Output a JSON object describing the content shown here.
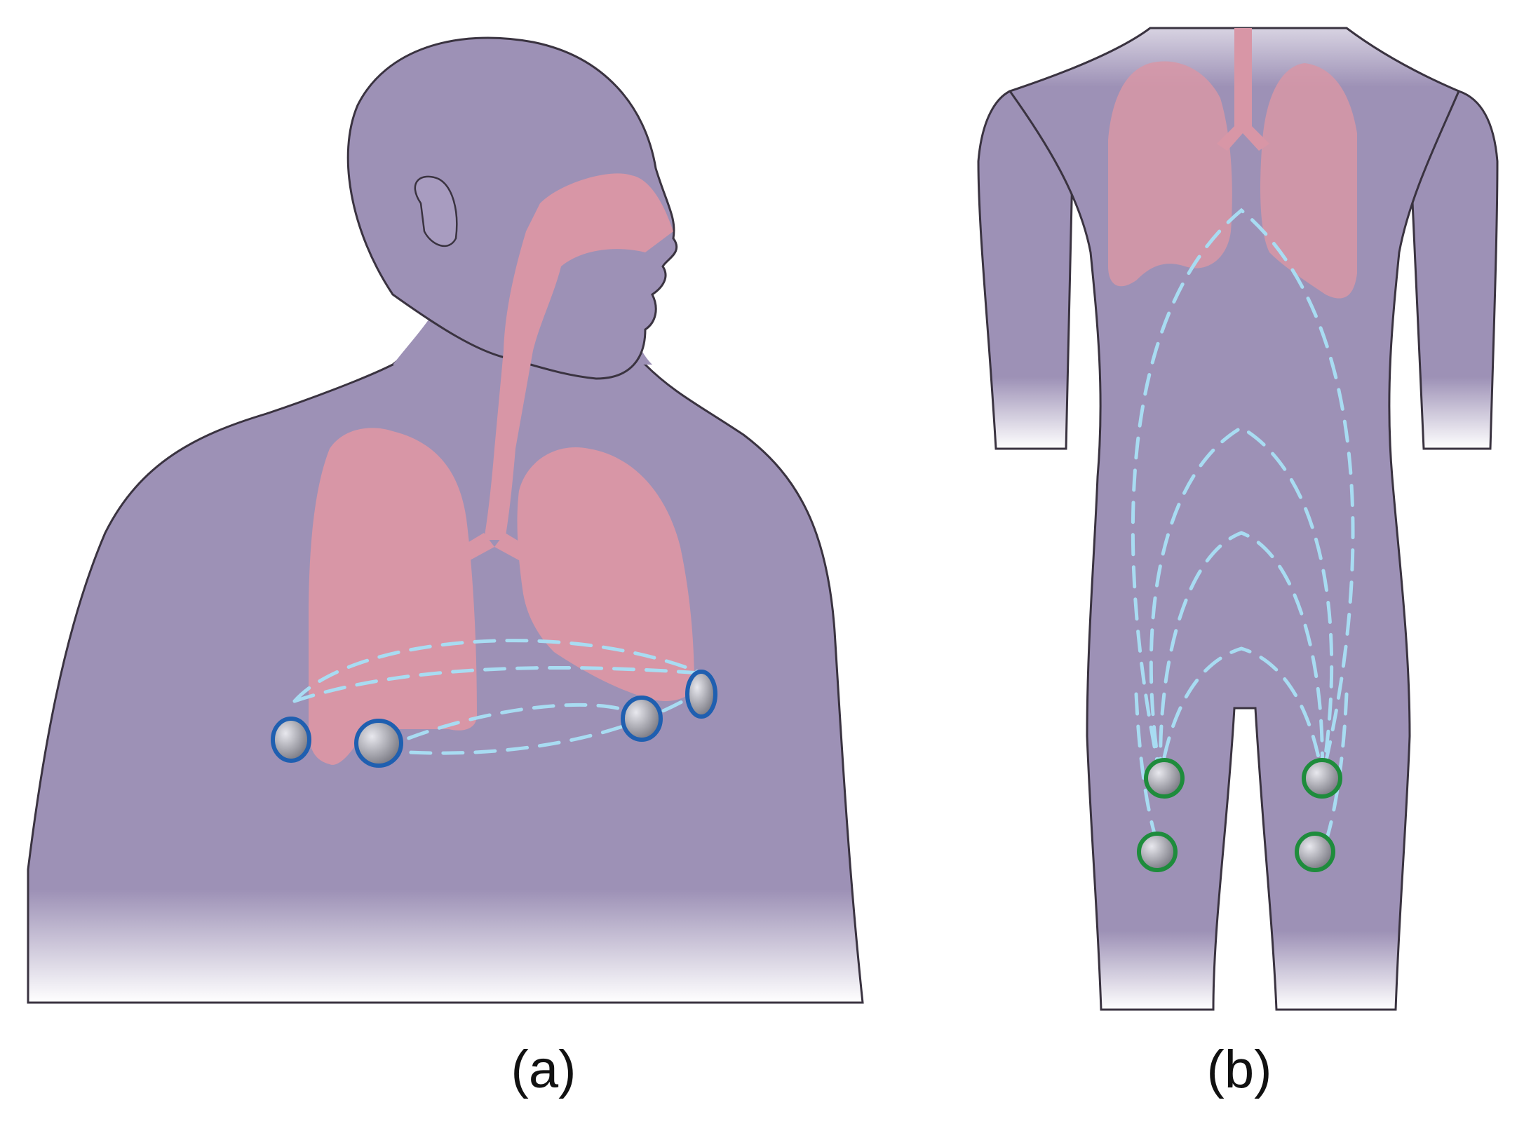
{
  "figure": {
    "panels": [
      {
        "id": "a",
        "caption": "(a)",
        "view": "front",
        "electrode_ring_color": "#1f5fb0",
        "electrode_count": 4
      },
      {
        "id": "b",
        "caption": "(b)",
        "view": "back",
        "electrode_ring_color": "#1e8c3c",
        "electrode_count": 4
      }
    ],
    "colors": {
      "skin": "#9d91b6",
      "skin_outline": "#3a3340",
      "lungs": "#d896a6",
      "current_path": "#a8dcf2",
      "electrode_fill": "#a5a5ad"
    }
  }
}
